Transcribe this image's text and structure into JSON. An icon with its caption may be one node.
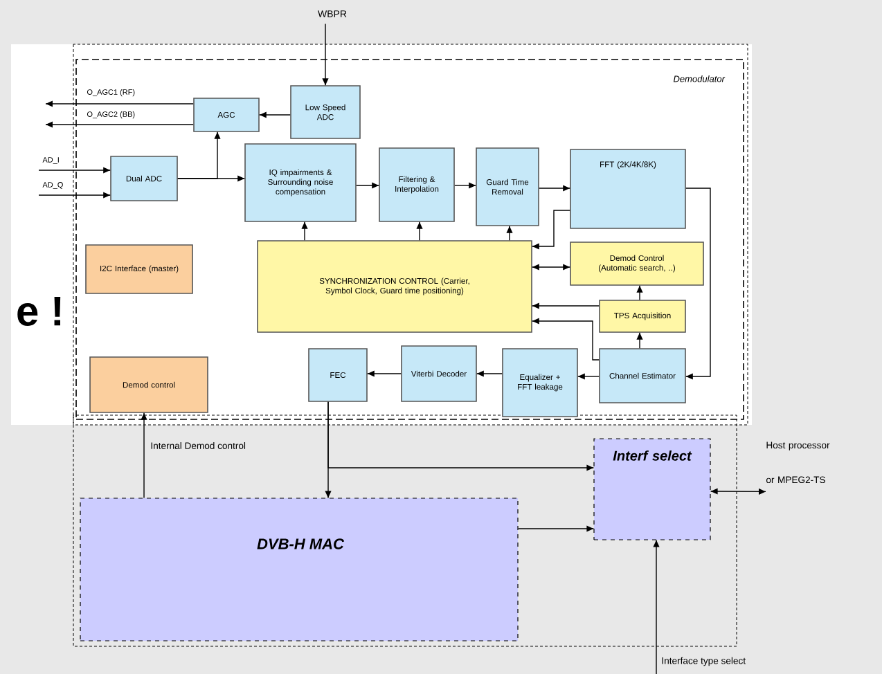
{
  "diagram": {
    "nodes": [
      {
        "text": [
          "Demodulator"
        ]
      },
      {
        "text": [
          "Low Speed ADC"
        ],
        "in": 0
      },
      {
        "text": [
          "AGC"
        ],
        "in": 0
      },
      {
        "text": [
          "Dual ADC"
        ],
        "in": 0
      },
      {
        "text": [
          "IQ impairments & Surrounding noise compensation"
        ],
        "in": 0
      },
      {
        "text": [
          "Filtering & Interpolation"
        ],
        "in": 0
      },
      {
        "text": [
          "Guard Time Removal"
        ],
        "in": 0
      },
      {
        "text": [
          "FFT (2K/4K/8K)"
        ],
        "in": 0
      },
      {
        "text": [
          "I2C Interface (master)"
        ],
        "in": 0
      },
      {
        "text": [
          "SYNCHRONIZATION CONTROL (Carrier, Symbol Clock, Guard time positioning)"
        ],
        "in": 0
      },
      {
        "text": [
          "Demod Control (Automatic search, ..)"
        ],
        "in": 0
      },
      {
        "text": [
          "TPS Acquisition"
        ],
        "in": 0
      },
      {
        "text": [
          "Demod control"
        ],
        "in": 0
      },
      {
        "text": [
          "FEC"
        ],
        "in": 0
      },
      {
        "text": [
          "Viterbi Decoder"
        ],
        "in": 0
      },
      {
        "text": [
          "Equalizer + FFT leakage"
        ],
        "in": 0
      },
      {
        "text": [
          "Channel Estimator"
        ],
        "in": 0
      },
      {
        "text": [
          "DVB-H MAC"
        ]
      },
      {
        "text": [
          "Interf select"
        ]
      },
      {
        "text": [
          "WBPR"
        ]
      },
      {
        "text": [
          "Host processor or MPEG2-TS"
        ]
      }
    ],
    "edges": [
      {
        "from": 19,
        "to": 1,
        "arrow": "to"
      },
      {
        "from": 1,
        "to": 2,
        "arrow": "to"
      },
      {
        "from": 2,
        "to": null,
        "arrow": "to",
        "label": "O_AGC1 (RF)"
      },
      {
        "from": 2,
        "to": null,
        "arrow": "to",
        "label": "O_AGC2 (BB)"
      },
      {
        "from": null,
        "to": 3,
        "arrow": "to",
        "label": "AD_I"
      },
      {
        "from": null,
        "to": 3,
        "arrow": "to",
        "label": "AD_Q"
      },
      {
        "from": 3,
        "to": 4,
        "arrow": "to"
      },
      {
        "from": 3,
        "to": 2,
        "arrow": "to"
      },
      {
        "from": 4,
        "to": 5,
        "arrow": "to"
      },
      {
        "from": 5,
        "to": 6,
        "arrow": "to"
      },
      {
        "from": 6,
        "to": 7,
        "arrow": "to"
      },
      {
        "from": 7,
        "to": 16,
        "arrow": "to"
      },
      {
        "from": 9,
        "to": 4,
        "arrow": "to"
      },
      {
        "from": 9,
        "to": 5,
        "arrow": "to"
      },
      {
        "from": 9,
        "to": 6,
        "arrow": "to"
      },
      {
        "from": 7,
        "to": 9,
        "arrow": "to"
      },
      {
        "from": 9,
        "to": 10,
        "arrow": "both"
      },
      {
        "from": 11,
        "to": 9,
        "arrow": "to"
      },
      {
        "from": 16,
        "to": 9,
        "arrow": "to"
      },
      {
        "from": 11,
        "to": 10,
        "arrow": "to"
      },
      {
        "from": 16,
        "to": 11,
        "arrow": "to"
      },
      {
        "from": 16,
        "to": 15,
        "arrow": "to"
      },
      {
        "from": 15,
        "to": 14,
        "arrow": "to"
      },
      {
        "from": 14,
        "to": 13,
        "arrow": "to"
      },
      {
        "from": 13,
        "to": 17,
        "arrow": "to"
      },
      {
        "from": 13,
        "to": 18,
        "arrow": "to"
      },
      {
        "from": 17,
        "to": 18,
        "arrow": "to"
      },
      {
        "from": 17,
        "to": 12,
        "arrow": "to",
        "label": "Internal Demod control"
      },
      {
        "from": 18,
        "to": 20,
        "arrow": "both"
      },
      {
        "from": null,
        "to": 18,
        "arrow": "to",
        "label": "Interface type select"
      }
    ],
    "labels": [
      "e !"
    ]
  }
}
